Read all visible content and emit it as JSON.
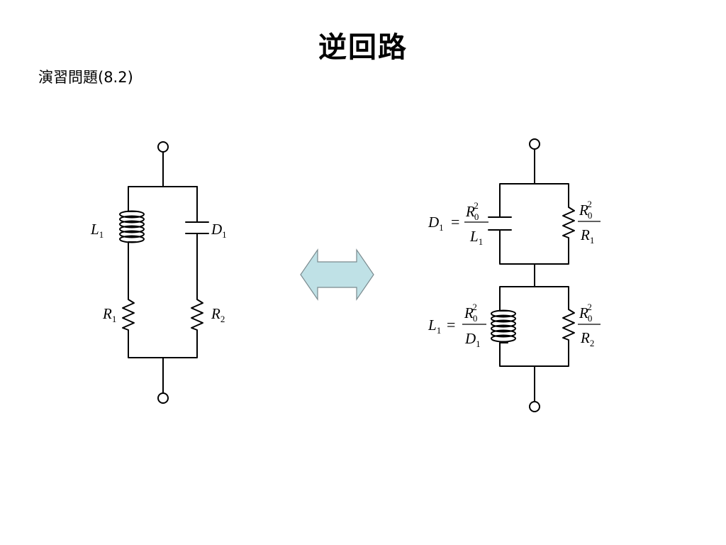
{
  "title": "逆回路",
  "subtitle": "演習問題(8.2)",
  "arrow_color": "#bfe1e6",
  "left_circuit": {
    "L1": {
      "main": "L",
      "sub": "1"
    },
    "D1": {
      "main": "D",
      "sub": "1"
    },
    "R1": {
      "main": "R",
      "sub": "1"
    },
    "R2": {
      "main": "R",
      "sub": "2"
    }
  },
  "right_circuit": {
    "d1_formula": {
      "lhs": "D",
      "lhs_sub": "1",
      "eq": "=",
      "num": "R",
      "num_sub": "0",
      "num_sup": "2",
      "den": "L",
      "den_sub": "1"
    },
    "r1_label": {
      "num": "R",
      "num_sub": "0",
      "num_sup": "2",
      "den": "R",
      "den_sub": "1"
    },
    "l1_formula": {
      "lhs": "L",
      "lhs_sub": "1",
      "eq": "=",
      "num": "R",
      "num_sub": "0",
      "num_sup": "2",
      "den": "D",
      "den_sub": "1"
    },
    "r2_label": {
      "num": "R",
      "num_sub": "0",
      "num_sup": "2",
      "den": "R",
      "den_sub": "2"
    }
  }
}
